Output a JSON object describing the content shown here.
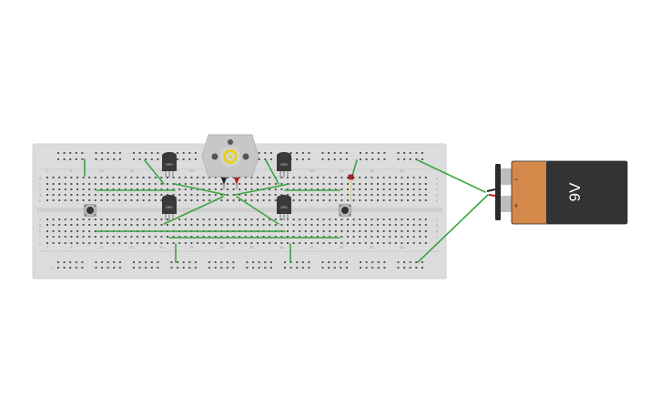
{
  "breadboard": {
    "column_numbers": [
      "1",
      "5",
      "10",
      "15",
      "20",
      "25",
      "30",
      "35",
      "40",
      "45",
      "50",
      "55",
      "60"
    ],
    "row_letters_top": [
      "a",
      "b",
      "c",
      "d",
      "e"
    ],
    "row_letters_bottom": [
      "f",
      "g",
      "h",
      "i",
      "j"
    ],
    "rail_signs": [
      "-",
      "+"
    ]
  },
  "transistors": [
    {
      "label": "NPN"
    },
    {
      "label": "NPN"
    },
    {
      "label": "NPN"
    },
    {
      "label": "NPN"
    }
  ],
  "battery": {
    "voltage_label": "9V",
    "minus_sign": "−",
    "plus_sign": "+"
  },
  "colors": {
    "breadboard": "#dcdcdc",
    "wire": "#3aa541",
    "battery_body": "#333333",
    "battery_label": "#d4894a",
    "motor": "#c7c7c7",
    "motor_shaft": "#e7d11e",
    "resistor_led": "#b31f1f"
  }
}
